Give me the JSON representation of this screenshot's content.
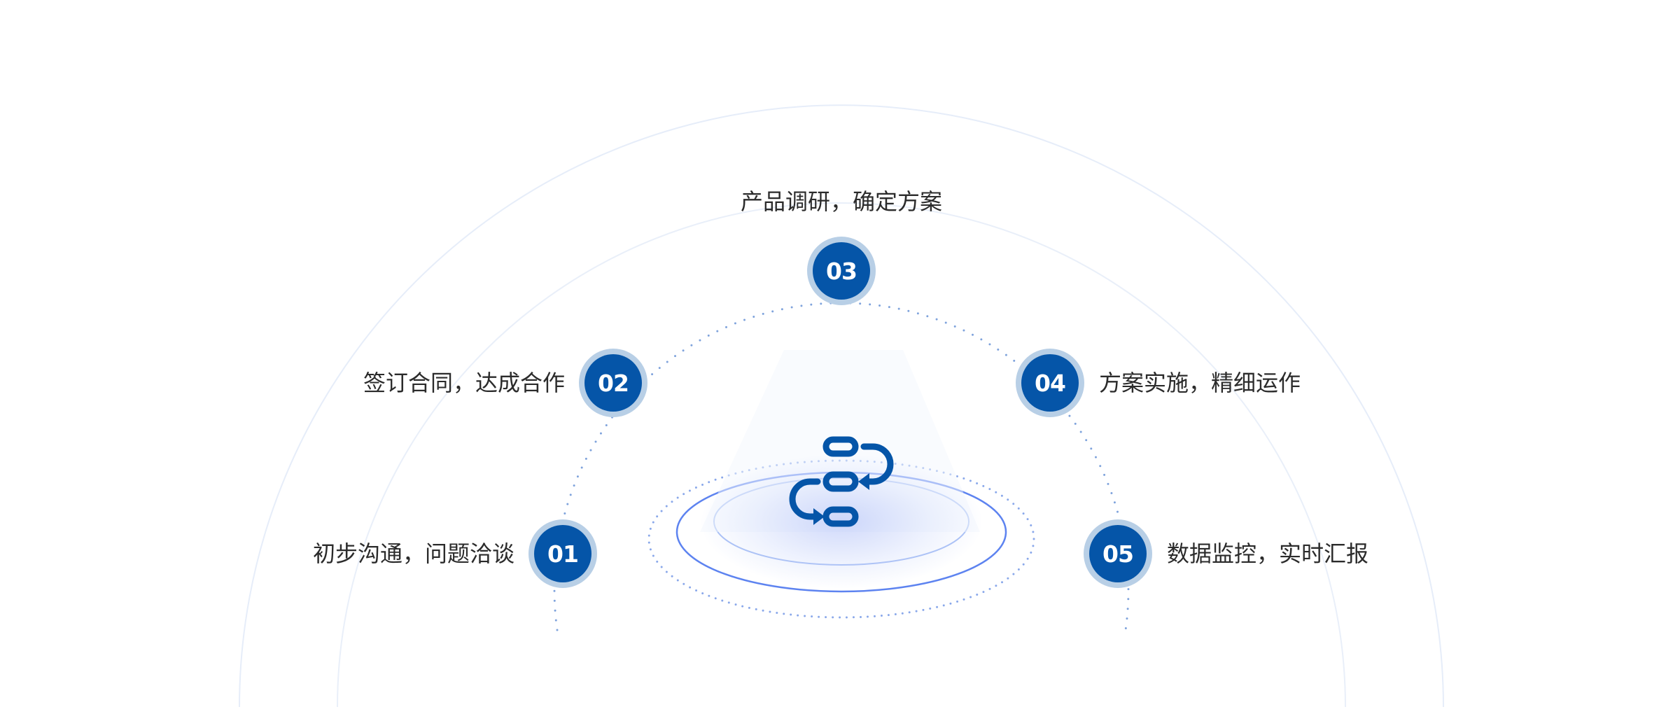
{
  "steps": [
    {
      "number": "01",
      "label": "初步沟通，问题洽谈"
    },
    {
      "number": "02",
      "label": "签订合同，达成合作"
    },
    {
      "number": "03",
      "label": "产品调研，确定方案"
    },
    {
      "number": "04",
      "label": "方案实施，精细运作"
    },
    {
      "number": "05",
      "label": "数据监控，实时汇报"
    }
  ],
  "center_icon": "workflow-process-icon",
  "colors": {
    "badge": "#0555a8",
    "badge_ring": "#b8cfe6",
    "dots": "#7fa3dc",
    "ellipse": "#4a74f0",
    "text": "#2b2b2b"
  }
}
